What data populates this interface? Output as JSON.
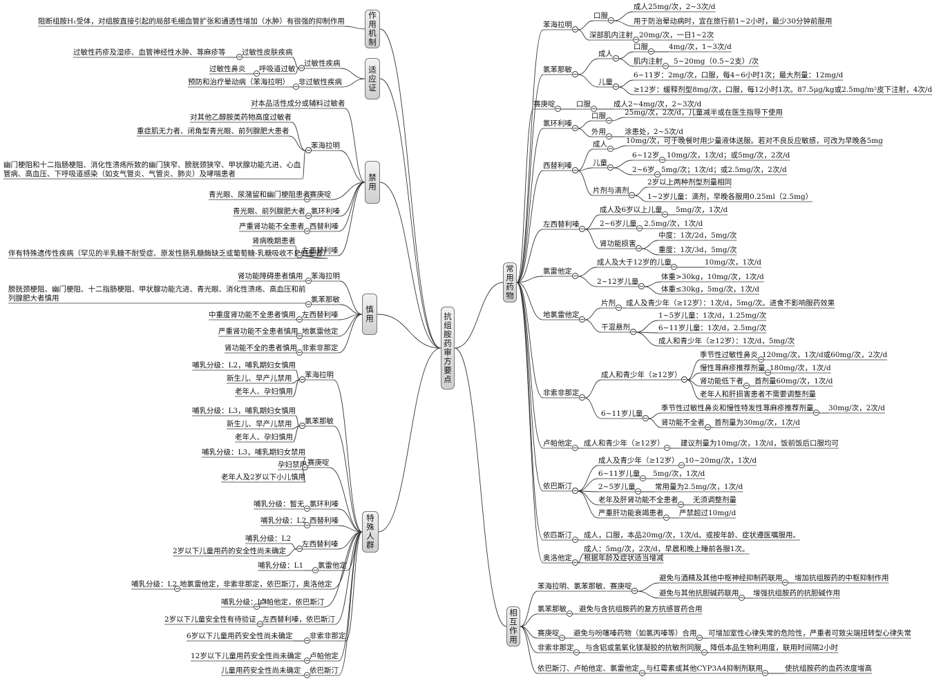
{
  "root": "抗组胺药审方要点",
  "left": [
    {
      "label": "作用机制",
      "children": [
        {
          "label": "阻断组胺H₁受体，对组胺直接引起的局部毛细血管扩张和通透性增加（水肿）有很强的抑制作用"
        }
      ]
    },
    {
      "label": "适应证",
      "children": [
        {
          "label": "过敏性疾病",
          "children": [
            {
              "label": "过敏性皮肤疾病",
              "children": [
                {
                  "label": "过敏性药疹及湿疹、血管神经性水肿、荨麻疹等"
                }
              ]
            },
            {
              "label": "呼吸道过敏",
              "children": [
                {
                  "label": "过敏性鼻炎"
                }
              ]
            }
          ]
        },
        {
          "label": "非过敏性疾病",
          "children": [
            {
              "label": "预防和治疗晕动病（苯海拉明）"
            }
          ]
        }
      ]
    },
    {
      "label": "禁用",
      "children": [
        {
          "label": "对本品活性成分或辅料过敏者"
        },
        {
          "label": "苯海拉明",
          "children": [
            {
              "label": "对其他乙醇胺类药物高度过敏者"
            },
            {
              "label": "重症肌无力者、闭角型青光眼、前列腺肥大患者"
            },
            {
              "label": "幽门梗阻和十二指肠梗阻、消化性溃疡所致的幽门狭窄、膀胱颈狭窄、甲状腺功能亢进、心血管病、高血压、下呼吸道感染（如支气管炎、气管炎、肺炎）及哮喘患者"
            }
          ]
        },
        {
          "label": "赛庚啶",
          "children": [
            {
              "label": "青光眼、尿潴留和幽门梗阻患者"
            }
          ]
        },
        {
          "label": "氯环利嗪",
          "children": [
            {
              "label": "青光眼、前列腺肥大者"
            }
          ]
        },
        {
          "label": "西替利嗪",
          "children": [
            {
              "label": "严重肾功能不全患者"
            }
          ]
        },
        {
          "label": "左西替利嗪",
          "children": [
            {
              "label": "肾病晚期患者"
            },
            {
              "label": "伴有特殊遗传性疾病（罕见的半乳糖不耐受症、原发性肠乳糖酶缺乏或葡萄糖-乳糖吸收不良的患者）"
            }
          ]
        }
      ]
    },
    {
      "label": "慎用",
      "children": [
        {
          "label": "苯海拉明",
          "children": [
            {
              "label": "肾功能障碍患者慎用"
            }
          ]
        },
        {
          "label": "氯苯那敏",
          "children": [
            {
              "label": "膀胱颈梗阻、幽门梗阻、十二指肠梗阻、甲状腺功能亢进、青光眼、消化性溃疡、高血压和前列腺肥大者慎用"
            }
          ]
        },
        {
          "label": "左西替利嗪",
          "children": [
            {
              "label": "中重度肾功能不全患者慎用"
            }
          ]
        },
        {
          "label": "地氯雷他定",
          "children": [
            {
              "label": "严重肾功能不全患者慎用"
            }
          ]
        },
        {
          "label": "非索非那定",
          "children": [
            {
              "label": "肾功能不全的患者慎用"
            }
          ]
        }
      ]
    },
    {
      "label": "特殊人群",
      "children": [
        {
          "label": "苯海拉明",
          "children": [
            {
              "label": "哺乳分级：L2，哺乳期妇女慎用"
            },
            {
              "label": "新生儿、早产儿禁用"
            },
            {
              "label": "老年人、孕妇慎用"
            }
          ]
        },
        {
          "label": "氯苯那敏",
          "children": [
            {
              "label": "哺乳分级：L3，哺乳期妇女慎用"
            },
            {
              "label": "新生儿、早产儿禁用"
            },
            {
              "label": "老年人、孕妇慎用"
            }
          ]
        },
        {
          "label": "赛庚啶",
          "children": [
            {
              "label": "哺乳分级：L3，哺乳期妇女禁用"
            },
            {
              "label": "孕妇禁用"
            },
            {
              "label": "老年人及2岁以下小儿慎用"
            }
          ]
        },
        {
          "label": "氯环利嗪",
          "children": [
            {
              "label": "哺乳分级：暂无"
            }
          ]
        },
        {
          "label": "西替利嗪",
          "children": [
            {
              "label": "哺乳分级：L2"
            }
          ]
        },
        {
          "label": "左西替利嗪",
          "children": [
            {
              "label": "哺乳分级：L2"
            },
            {
              "label": "2岁以下儿童用药的安全性尚未确定"
            }
          ]
        },
        {
          "label": "氯雷他定",
          "children": [
            {
              "label": "哺乳分级：L1"
            }
          ]
        },
        {
          "label": "地氯雷他定，非索非那定，依巴斯汀，奥洛他定",
          "children": [
            {
              "label": "哺乳分级：L2"
            }
          ]
        },
        {
          "label": "卢帕他定，依巴斯汀",
          "children": [
            {
              "label": "哺乳分级：L3"
            }
          ]
        },
        {
          "label": "左西替利嗪，依巴斯汀",
          "children": [
            {
              "label": "2岁以下儿童安全性有待验证"
            }
          ]
        },
        {
          "label": "非索非那定",
          "children": [
            {
              "label": "6岁以下儿童用药安全性尚未确定"
            }
          ]
        },
        {
          "label": "卢帕他定",
          "children": [
            {
              "label": "12岁以下儿童用药安全性尚未确定"
            }
          ]
        },
        {
          "label": "依巴斯汀",
          "children": [
            {
              "label": "儿童用药安全性尚未确定"
            }
          ]
        }
      ]
    }
  ],
  "right": [
    {
      "label": "常用药物",
      "children": [
        {
          "label": "苯海拉明",
          "children": [
            {
              "label": "口服",
              "children": [
                {
                  "label": "成人25mg/次，2~3次/d"
                },
                {
                  "label": "用于防治晕动病时，宜在旅行前1~2小时，最少30分钟前服用"
                }
              ]
            },
            {
              "label": "深部肌内注射",
              "children": [
                {
                  "label": "20mg/次，一日1~2次"
                }
              ]
            }
          ]
        },
        {
          "label": "氯苯那敏",
          "children": [
            {
              "label": "成人",
              "children": [
                {
                  "label": "口服",
                  "children": [
                    {
                      "label": "4mg/次，1~3次/d"
                    }
                  ]
                },
                {
                  "label": "肌内注射",
                  "children": [
                    {
                      "label": "5~20mg（0.5~2支）/次"
                    }
                  ]
                }
              ]
            },
            {
              "label": "儿童",
              "children": [
                {
                  "label": "6~11岁：2mg/次，口服，每4~6小时1次；最大剂量：12mg/d"
                },
                {
                  "label": "≥12岁：缓释剂型8mg/次，口服，每12小时1次。87.5μg/kg或2.5mg/m²皮下注射，4次/d"
                }
              ]
            }
          ]
        },
        {
          "label": "赛庚啶",
          "children": [
            {
              "label": "口服",
              "children": [
                {
                  "label": "成人2~4mg/次，2~3次/d"
                }
              ]
            }
          ]
        },
        {
          "label": "氯环利嗪",
          "children": [
            {
              "label": "口服",
              "children": [
                {
                  "label": "25mg/次，2次/d，儿童减半或在医生指导下使用"
                }
              ]
            },
            {
              "label": "外用",
              "children": [
                {
                  "label": "涂患处，2~5次/d"
                }
              ]
            }
          ]
        },
        {
          "label": "西替利嗪",
          "children": [
            {
              "label": "成人",
              "children": [
                {
                  "label": "10mg/次，可于晚餐时用少量液体送服。若对不良反应敏感，可改为早晚各5mg"
                }
              ]
            },
            {
              "label": "儿童",
              "children": [
                {
                  "label": "6~12岁",
                  "children": [
                    {
                      "label": "10mg/次，1次/d；或5mg/次，2次/d"
                    }
                  ]
                },
                {
                  "label": "2~6岁",
                  "children": [
                    {
                      "label": "5mg/次；1次/d；或2.5mg/次，2次/d"
                    }
                  ]
                }
              ]
            },
            {
              "label": "片剂与滴剂",
              "children": [
                {
                  "label": "2岁以上两种剂型剂量相同"
                },
                {
                  "label": "1~2岁儿童：滴剂，早晚各服用0.25ml（2.5mg）"
                }
              ]
            }
          ]
        },
        {
          "label": "左西替利嗪",
          "children": [
            {
              "label": "成人及6岁以上儿童",
              "children": [
                {
                  "label": "5mg/次，1次/d"
                }
              ]
            },
            {
              "label": "2~6岁儿童",
              "children": [
                {
                  "label": "2.5mg/次，1次/d"
                }
              ]
            },
            {
              "label": "肾功能损害",
              "children": [
                {
                  "label": "中度：1次/2d，5mg/次"
                },
                {
                  "label": "重度：1次/3d，5mg/次"
                }
              ]
            }
          ]
        },
        {
          "label": "氯雷他定",
          "children": [
            {
              "label": "成人及大于12岁的儿童",
              "children": [
                {
                  "label": "10mg/次，1次/d"
                }
              ]
            },
            {
              "label": "2~12岁儿童",
              "children": [
                {
                  "label": "体重>30kg，10mg/次，1次/d"
                },
                {
                  "label": "体重≤30kg，5mg/次，1次/d"
                }
              ]
            }
          ]
        },
        {
          "label": "地氯雷他定",
          "children": [
            {
              "label": "片剂",
              "children": [
                {
                  "label": "成人及青少年（≥12岁）：1次/d，5mg/次。进食不影响服药效果"
                }
              ]
            },
            {
              "label": "干混悬剂",
              "children": [
                {
                  "label": "1~5岁儿童：1次/d，1.25mg/次"
                },
                {
                  "label": "6~11岁儿童：1次/d，2.5mg/次"
                },
                {
                  "label": "成人和青少年（≥12岁）：1次/d，5mg/次"
                }
              ]
            }
          ]
        },
        {
          "label": "非索非那定",
          "children": [
            {
              "label": "成人和青少年（≥12岁）",
              "children": [
                {
                  "label": "季节性过敏性鼻炎",
                  "children": [
                    {
                      "label": "120mg/次，1次/d或60mg/次，2次/d"
                    }
                  ]
                },
                {
                  "label": "慢性荨麻疹推荐剂量",
                  "children": [
                    {
                      "label": "180mg/次，1次/d"
                    }
                  ]
                },
                {
                  "label": "肾功能低下者",
                  "children": [
                    {
                      "label": "首剂量60mg/次，1次/d"
                    }
                  ]
                },
                {
                  "label": "老年人和肝损害患者不需要调整剂量"
                }
              ]
            },
            {
              "label": "6~11岁儿童",
              "children": [
                {
                  "label": "季节性过敏性鼻炎和慢性特发性荨麻疹推荐剂量",
                  "children": [
                    {
                      "label": "30mg/次，2次/d"
                    }
                  ]
                },
                {
                  "label": "肾功能不全者",
                  "children": [
                    {
                      "label": "首剂量为30mg/次，1次/d"
                    }
                  ]
                }
              ]
            }
          ]
        },
        {
          "label": "卢帕他定",
          "children": [
            {
              "label": "成人和青少年（≥12岁）",
              "children": [
                {
                  "label": "建议剂量为10mg/次，1次/d，饭前饭后口服均可"
                }
              ]
            }
          ]
        },
        {
          "label": "依巴斯汀",
          "children": [
            {
              "label": "成人及青少年（≥12岁）",
              "children": [
                {
                  "label": "10~20mg/次，1次/d"
                }
              ]
            },
            {
              "label": "6~11岁儿童",
              "children": [
                {
                  "label": "5mg/次，1次/d"
                }
              ]
            },
            {
              "label": "2~5岁儿童",
              "children": [
                {
                  "label": "常用量为2.5mg/次，1次/d"
                }
              ]
            },
            {
              "label": "老年及肝肾功能不全患者",
              "children": [
                {
                  "label": "无须调整剂量"
                }
              ]
            },
            {
              "label": "严重肝功能衰竭患者",
              "children": [
                {
                  "label": "严禁超过10mg/d"
                }
              ]
            }
          ]
        },
        {
          "label": "依匹斯汀",
          "children": [
            {
              "label": "成人，口服，本品20mg/次，1次/d。或按年龄、症状遵医嘱服用。"
            }
          ]
        },
        {
          "label": "奥洛他定",
          "children": [
            {
              "label": "成人：5mg/次，2次/d，早晨和晚上睡前各服1次。"
            },
            {
              "label": "根据年龄及症状适当增减"
            }
          ]
        }
      ]
    },
    {
      "label": "相互作用",
      "children": [
        {
          "label": "苯海拉明、氯苯那敏、赛庚啶",
          "children": [
            {
              "label": "避免与酒精及其他中枢神经抑制药联用",
              "children": [
                {
                  "label": "增加抗组胺药的中枢抑制作用"
                }
              ]
            },
            {
              "label": "避免与其他抗胆碱药联用",
              "children": [
                {
                  "label": "增强抗组胺药的抗胆碱作用"
                }
              ]
            }
          ]
        },
        {
          "label": "氯苯那敏",
          "children": [
            {
              "label": "避免与含抗组胺药的复方抗感冒药合用"
            }
          ]
        },
        {
          "label": "赛庚啶",
          "children": [
            {
              "label": "避免与吩噻嗪药物（如氯丙嗪等）合用",
              "children": [
                {
                  "label": "可增加室性心律失常的危险性，严重者可致尖端扭转型心律失常"
                }
              ]
            }
          ]
        },
        {
          "label": "非索非那定",
          "children": [
            {
              "label": "与含铝或氢氧化镁凝胶的抗敏剂同服",
              "children": [
                {
                  "label": "降低本品生物利用度，联用时间隔2小时"
                }
              ]
            }
          ]
        },
        {
          "label": "依巴斯汀、卢帕他定、氯雷他定",
          "children": [
            {
              "label": "与红霉素或其他CYP3A4抑制剂联用",
              "children": [
                {
                  "label": "使抗组胺药的血药浓度增高"
                }
              ]
            }
          ]
        }
      ]
    }
  ]
}
